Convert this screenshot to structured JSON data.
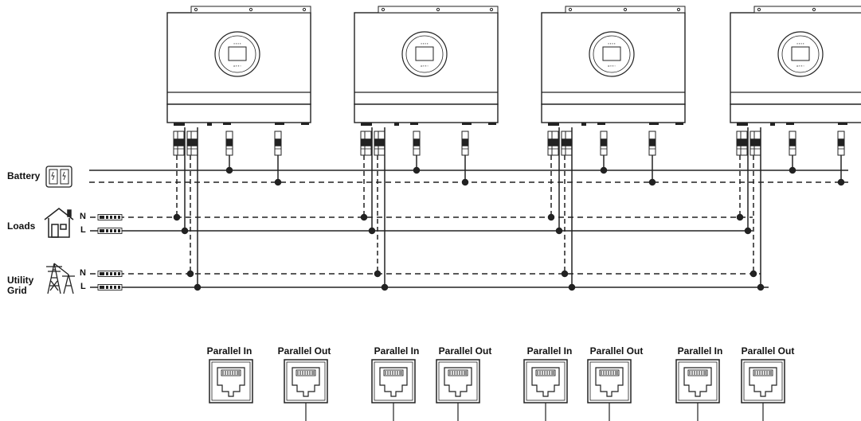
{
  "labels": {
    "battery": "Battery",
    "loads": "Loads",
    "utility": [
      "Utility",
      "Grid"
    ],
    "neutral": "N",
    "line": "L"
  },
  "port_labels": {
    "parallel_in": "Parallel In",
    "parallel_out": "Parallel Out"
  },
  "inverters": [
    {
      "id": "inverter-1",
      "ports": [
        "Parallel In",
        "Parallel Out"
      ]
    },
    {
      "id": "inverter-2",
      "ports": [
        "Parallel In",
        "Parallel Out"
      ]
    },
    {
      "id": "inverter-3",
      "ports": [
        "Parallel In",
        "Parallel Out"
      ]
    },
    {
      "id": "inverter-4",
      "ports": [
        "Parallel In",
        "Parallel Out"
      ]
    }
  ],
  "icons": [
    "battery-icon",
    "house-icon",
    "utility-tower-icon",
    "breaker-icon",
    "rj45-port-icon"
  ]
}
